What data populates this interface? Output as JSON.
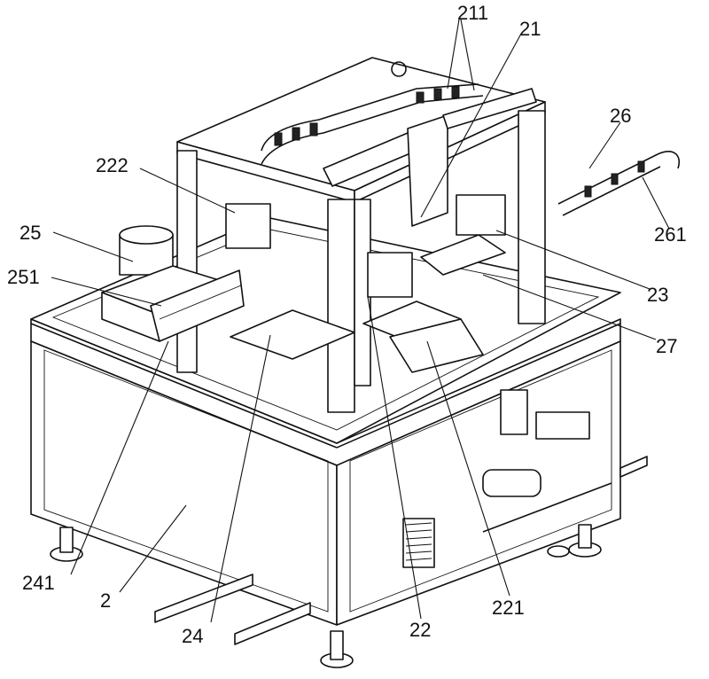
{
  "figure": {
    "labels": {
      "l211": "211",
      "l21": "21",
      "l222": "222",
      "l26": "26",
      "l25": "25",
      "l251": "251",
      "l261": "261",
      "l23": "23",
      "l27": "27",
      "l241": "241",
      "l2": "2",
      "l24": "24",
      "l22": "22",
      "l221": "221"
    }
  }
}
